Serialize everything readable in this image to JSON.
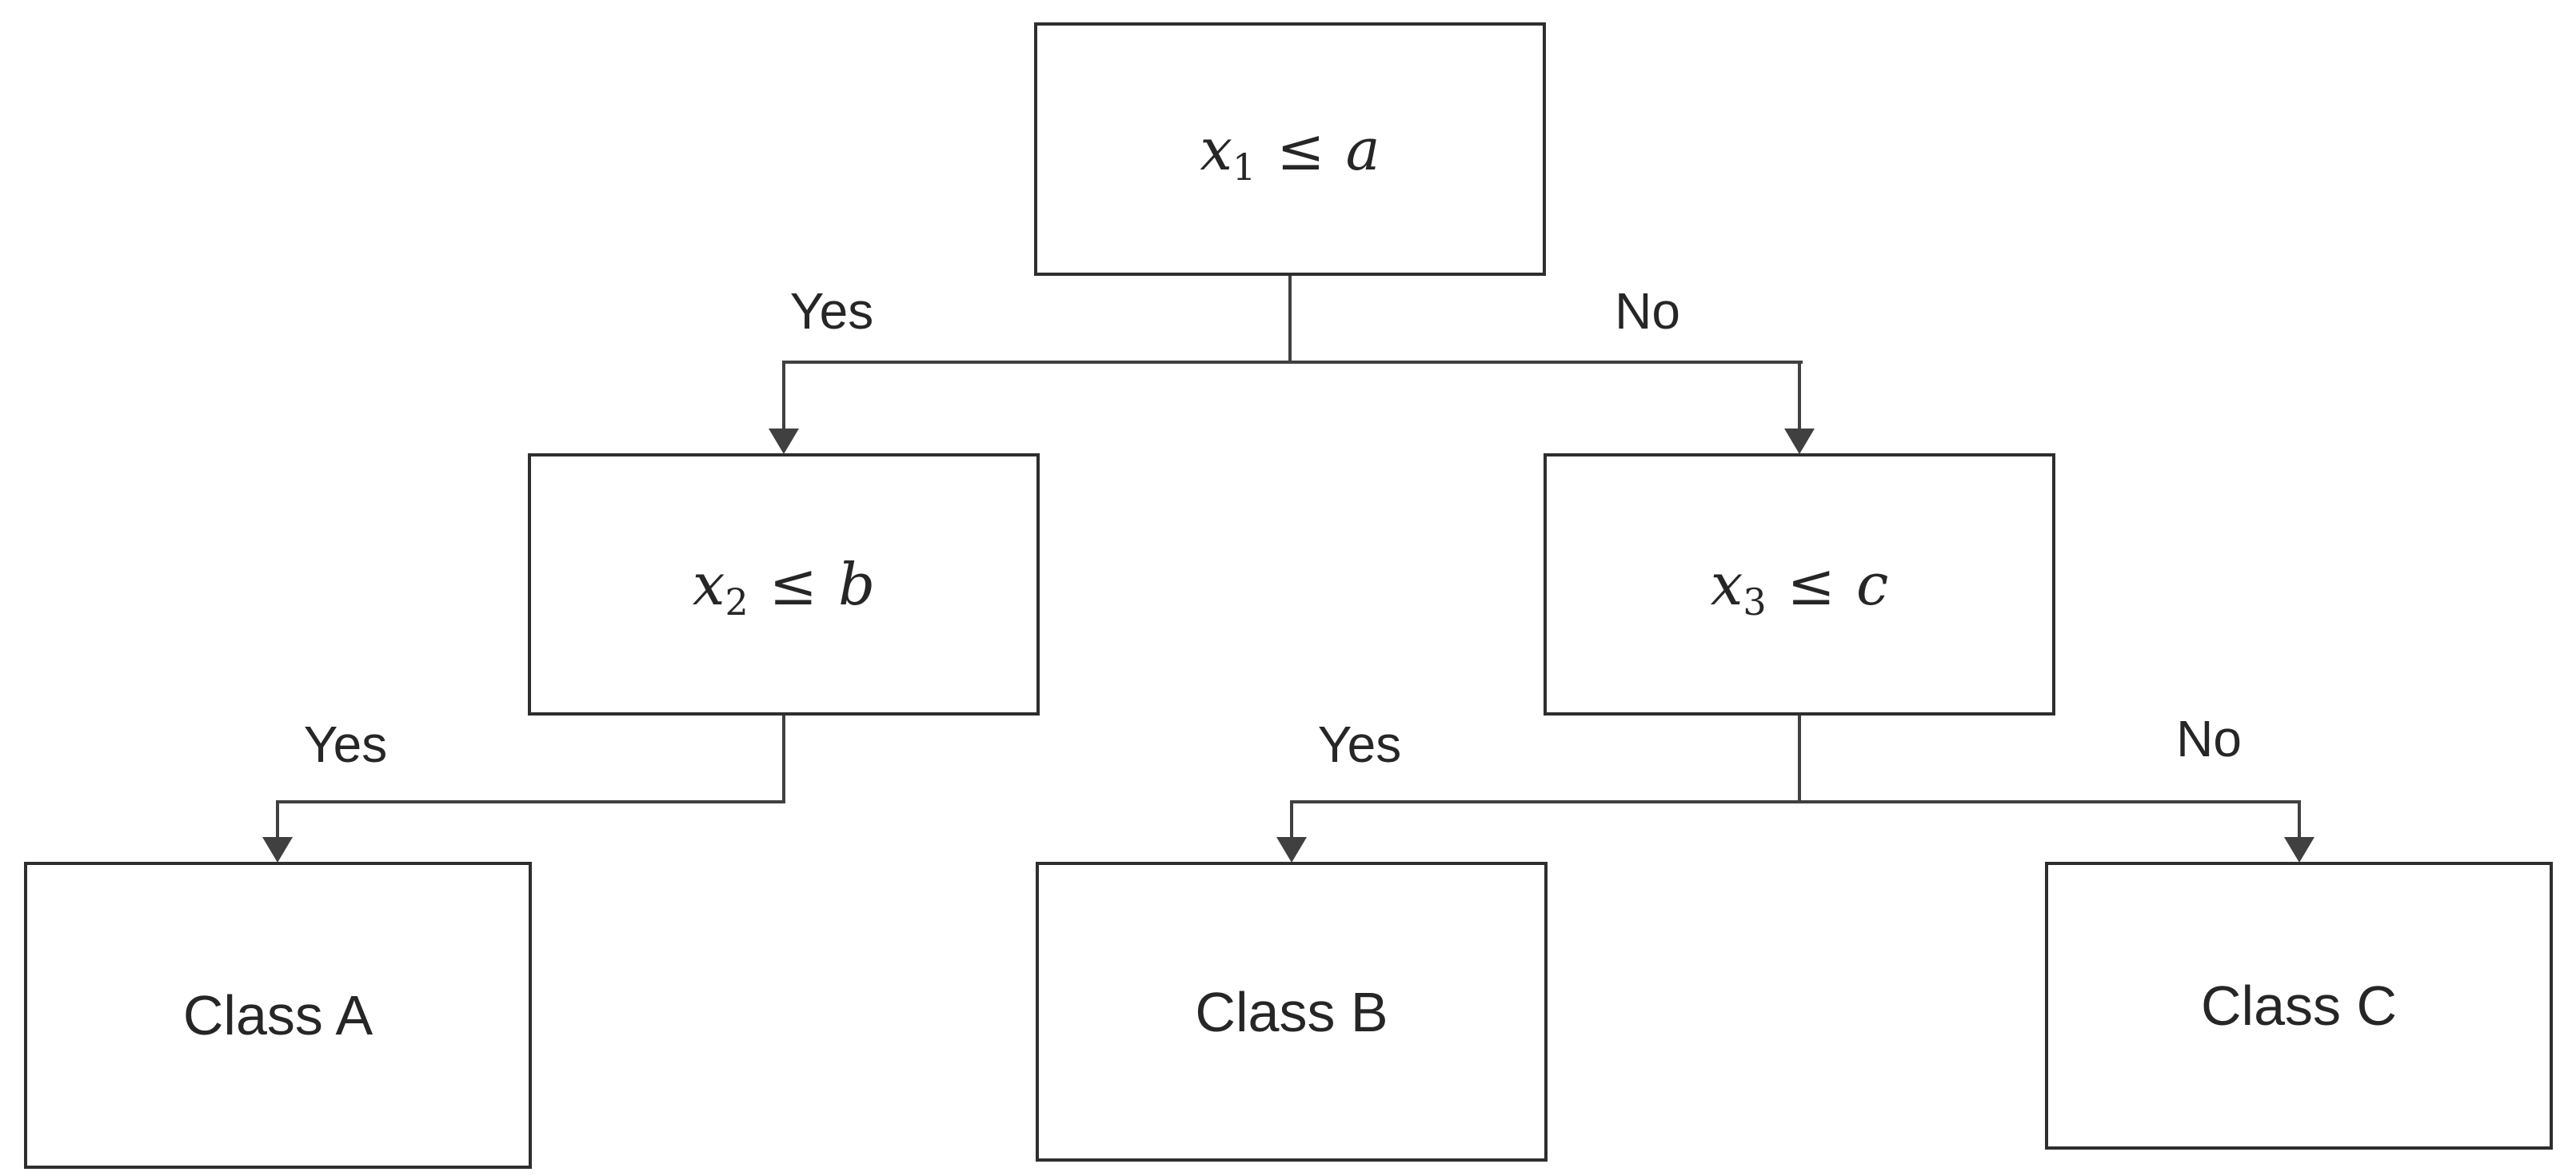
{
  "diagram": {
    "type": "decision-tree",
    "background_color": "#ffffff",
    "box_border_color": "#2e2e2e",
    "connector_color": "#404040",
    "text_color": "#262626",
    "nodes": {
      "x1": {
        "variable": "x",
        "subscript": "1",
        "operator": "≤",
        "threshold": "a"
      },
      "x2": {
        "variable": "x",
        "subscript": "2",
        "operator": "≤",
        "threshold": "b"
      },
      "x3": {
        "variable": "x",
        "subscript": "3",
        "operator": "≤",
        "threshold": "c"
      },
      "classA": {
        "label": "Class A"
      },
      "classB": {
        "label": "Class B"
      },
      "classC": {
        "label": "Class C"
      }
    },
    "edges": [
      {
        "from": "x1",
        "to": "x2",
        "label": "Yes"
      },
      {
        "from": "x1",
        "to": "x3",
        "label": "No"
      },
      {
        "from": "x2",
        "to": "classA",
        "label": "Yes"
      },
      {
        "from": "x3",
        "to": "classB",
        "label": "Yes"
      },
      {
        "from": "x3",
        "to": "classC",
        "label": "No"
      }
    ]
  }
}
